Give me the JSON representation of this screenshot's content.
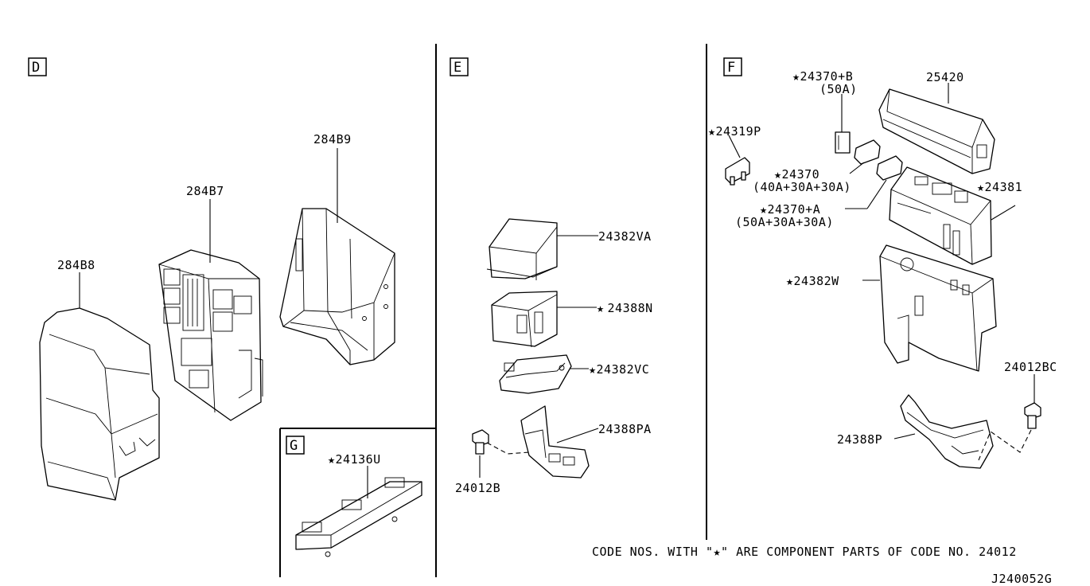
{
  "sections": {
    "d": "D",
    "e": "E",
    "f": "F",
    "g": "G"
  },
  "parts": {
    "p284b8": "284B8",
    "p284b7": "284B7",
    "p284b9": "284B9",
    "p24136u": "24136U",
    "p24382va": "24382VA",
    "p24388n": "24388N",
    "p24382vc": "24382VC",
    "p24388pa": "24388PA",
    "p24012b": "24012B",
    "p24370b": "24370+B",
    "p24370b_rating": "(50A)",
    "p25420": "25420",
    "p24319p": "24319P",
    "p24370": "24370",
    "p24370_rating": "(40A+30A+30A)",
    "p24381": "24381",
    "p24370a": "24370+A",
    "p24370a_rating": "(50A+30A+30A)",
    "p24382w": "24382W",
    "p24012bc": "24012BC",
    "p24388p": "24388P"
  },
  "star_symbol": "★",
  "footnote": "CODE NOS. WITH \"★\" ARE COMPONENT PARTS OF CODE NO. 24012",
  "diagram_id": "J240052G"
}
